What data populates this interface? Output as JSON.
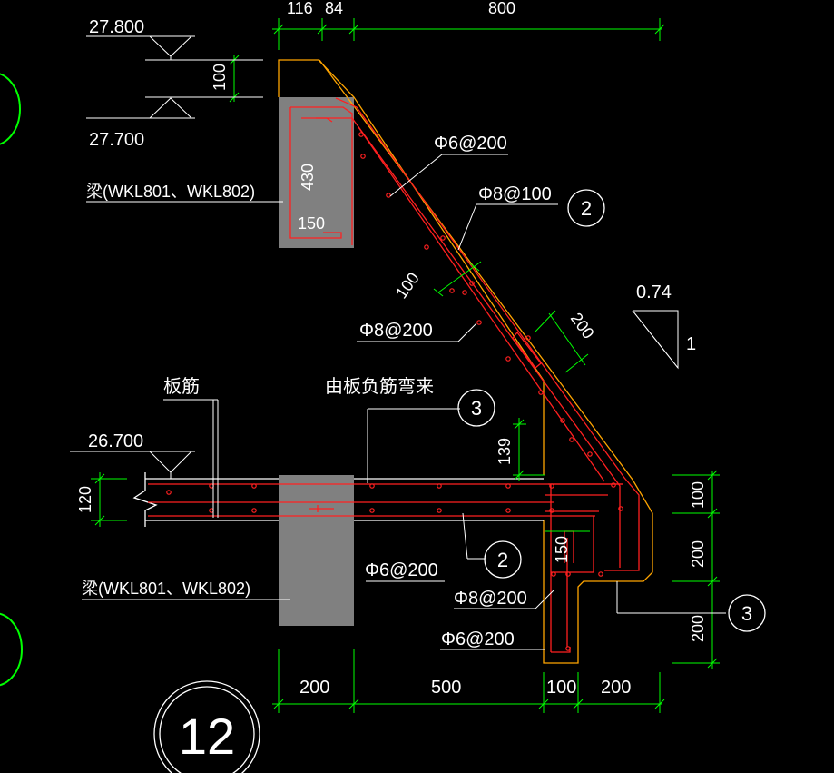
{
  "elevations": {
    "top_upper": "27.800",
    "top_lower": "27.700",
    "slab": "26.700"
  },
  "dimensions": {
    "top_d1": "116",
    "top_d2": "84",
    "top_d3": "800",
    "step": "100",
    "beam_depth": "430",
    "beam_hook": "150",
    "slab_thk": "120",
    "incline_thk": "100",
    "incline_w": "200",
    "offset": "139",
    "right_d1": "100",
    "right_d2": "200",
    "right_d3": "200",
    "stub_150": "150",
    "bot_d1": "200",
    "bot_d2": "500",
    "bot_d3": "100",
    "bot_d4": "200"
  },
  "labels": {
    "beam_upper": "梁(WKL801、WKL802)",
    "beam_lower": "梁(WKL801、WKL802)",
    "rebar_a": "Φ6@200",
    "rebar_b": "Φ8@100",
    "rebar_c": "Φ8@200",
    "slab_rebar": "板筋",
    "bent_note": "由板负筋弯来",
    "rebar_d": "Φ6@200",
    "rebar_e": "Φ8@200",
    "rebar_f": "Φ6@200",
    "slope_h": "0.74",
    "slope_v": "1"
  },
  "callouts": {
    "c2_upper": "2",
    "c3_mid": "3",
    "c2_lower": "2",
    "c3_right": "3",
    "detail": "12"
  },
  "colors": {
    "background": "#000000",
    "line": "#ffffff",
    "dimension": "#00ff00",
    "rebar": "#ff2020",
    "outline": "#ffa500",
    "concrete": "#808080"
  }
}
